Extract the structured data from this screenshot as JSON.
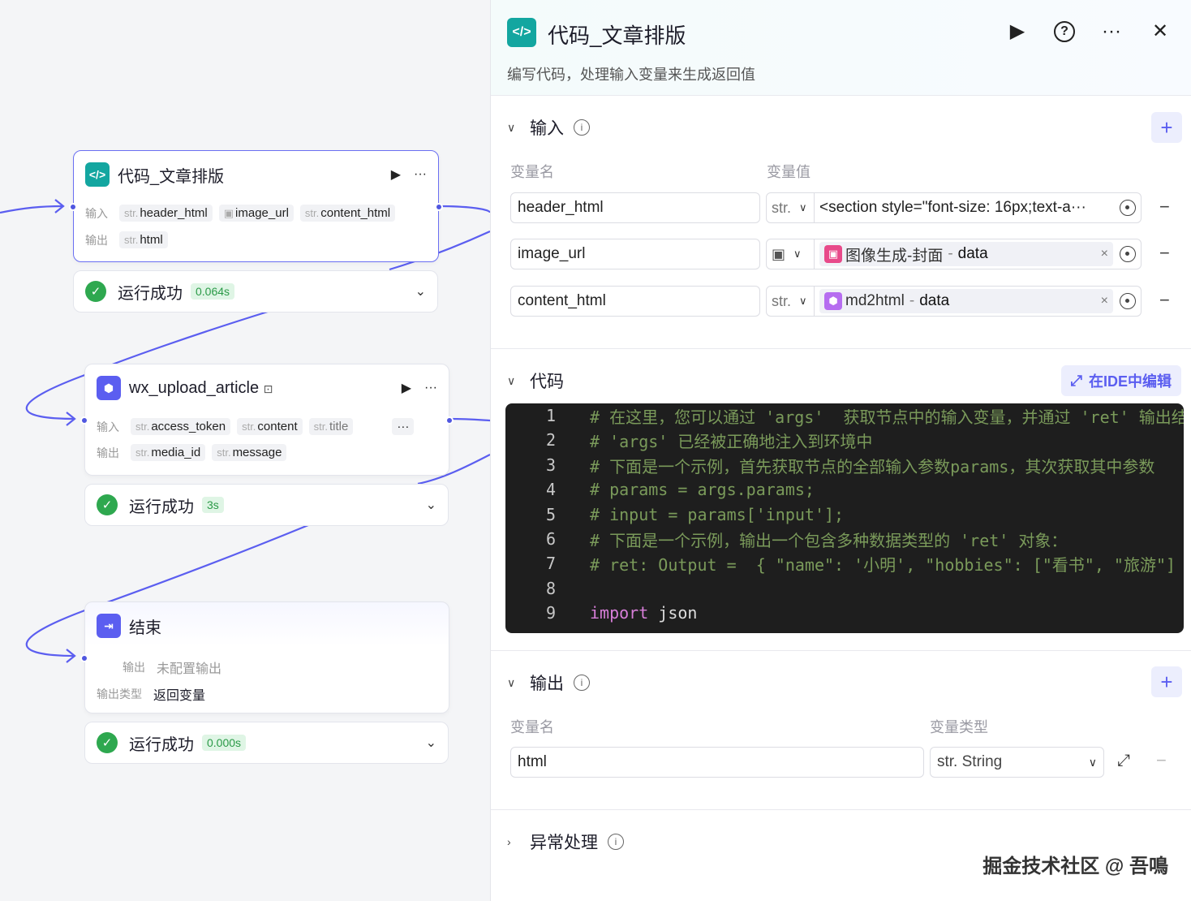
{
  "canvas": {
    "node1": {
      "title": "代码_文章排版",
      "input_label": "输入",
      "output_label": "输出",
      "inputs": [
        {
          "type": "str.",
          "name": "header_html"
        },
        {
          "type": "img",
          "name": "image_url"
        },
        {
          "type": "str.",
          "name": "content_html"
        }
      ],
      "outputs": [
        {
          "type": "str.",
          "name": "html"
        }
      ],
      "status": "运行成功",
      "time": "0.064s"
    },
    "node2": {
      "title": "wx_upload_article",
      "input_label": "输入",
      "output_label": "输出",
      "inputs": [
        {
          "type": "str.",
          "name": "access_token"
        },
        {
          "type": "str.",
          "name": "content"
        },
        {
          "type": "str.",
          "name": "title"
        }
      ],
      "more": "···",
      "outputs": [
        {
          "type": "str.",
          "name": "media_id"
        },
        {
          "type": "str.",
          "name": "message"
        }
      ],
      "status": "运行成功",
      "time": "3s"
    },
    "node3": {
      "title": "结束",
      "output_label": "输出",
      "output_value": "未配置输出",
      "output_type_label": "输出类型",
      "output_type_value": "返回变量",
      "status": "运行成功",
      "time": "0.000s"
    }
  },
  "panel": {
    "title": "代码_文章排版",
    "description": "编写代码，处理输入变量来生成返回值",
    "input_section": {
      "title": "输入",
      "col_name": "变量名",
      "col_value": "变量值",
      "rows": [
        {
          "name": "header_html",
          "type": "str.",
          "value": "<section style=\"font-size: 16px;text-a···"
        },
        {
          "name": "image_url",
          "type": "img",
          "ref_node": "图像生成-封面",
          "ref_sep": "-",
          "ref_field": "data"
        },
        {
          "name": "content_html",
          "type": "str.",
          "ref_node": "md2html",
          "ref_sep": "-",
          "ref_field": "data"
        }
      ]
    },
    "code_section": {
      "title": "代码",
      "ide_button": "在IDE中编辑",
      "lines": [
        {
          "n": "1",
          "text": "# 在这里，您可以通过 'args'  获取节点中的输入变量，并通过 'ret' 输出结果"
        },
        {
          "n": "2",
          "text": "# 'args' 已经被正确地注入到环境中"
        },
        {
          "n": "3",
          "text": "# 下面是一个示例，首先获取节点的全部输入参数params，其次获取其中参数"
        },
        {
          "n": "4",
          "text": "# params = args.params;"
        },
        {
          "n": "5",
          "text": "# input = params['input'];"
        },
        {
          "n": "6",
          "text": "# 下面是一个示例，输出一个包含多种数据类型的 'ret' 对象："
        },
        {
          "n": "7",
          "text": "# ret: Output =  { \"name\": '小明', \"hobbies\": [\"看书\", \"旅游\"] }"
        },
        {
          "n": "8",
          "text": ""
        },
        {
          "n": "9",
          "kw": "import",
          "rest": " json"
        }
      ]
    },
    "output_section": {
      "title": "输出",
      "col_name": "变量名",
      "col_type": "变量类型",
      "name": "html",
      "type": "str. String"
    },
    "exception_section": {
      "title": "异常处理"
    }
  },
  "watermark": "掘金技术社区 @ 吾鳴",
  "colors": {
    "accent": "#5b5ef0",
    "teal": "#13a6a0",
    "success": "#2ea84f",
    "wire": "#5b5ef0"
  }
}
